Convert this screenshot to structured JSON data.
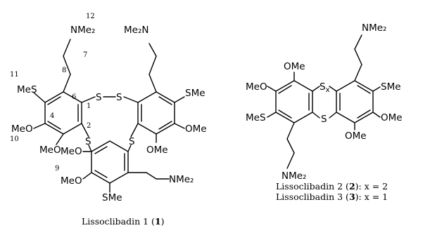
{
  "molecule1": {
    "substituents": {
      "nme2_top_left": "NMe₂",
      "nme2_top_right": "Me₂N",
      "nme2_bottom": "NMe₂",
      "mes_left": "MeS",
      "sme_right": "SMe",
      "sme_bottom": "SMe",
      "meo_left_upper": "MeO",
      "meo_left_lower": "MeO",
      "ome_right_upper": "OMe",
      "ome_right_lower": "OMe",
      "meo_bottom_upper": "MeO",
      "meo_bottom_lower": "MeO",
      "s_ss_left": "S",
      "s_ss_right": "S",
      "s_left": "S",
      "s_right": "S"
    },
    "numbering": {
      "n1": "1",
      "n2": "2",
      "n4": "4",
      "n6": "6",
      "n7": "7",
      "n8": "8",
      "n9": "9",
      "n10": "10",
      "n11": "11",
      "n12": "12"
    },
    "caption_prefix": "Lissoclibadin 1 (",
    "caption_bold": "1",
    "caption_suffix": ")"
  },
  "molecule23": {
    "substituents": {
      "ome_top": "OMe",
      "meo_left": "MeO",
      "mes_left": "MeS",
      "sx": "S",
      "sx_sub": "x",
      "s_bottom": "S",
      "nme2_top": "NMe₂",
      "sme_right": "SMe",
      "ome_right": "OMe",
      "ome_bottom": "OMe",
      "nme2_bottom": "NMe₂"
    },
    "caption_line1_prefix": "Lissoclibadin 2 (",
    "caption_line1_bold": "2",
    "caption_line1_suffix": "): x = 2",
    "caption_line2_prefix": "Lissoclibadin 3 (",
    "caption_line2_bold": "3",
    "caption_line2_suffix": "): x = 1"
  }
}
